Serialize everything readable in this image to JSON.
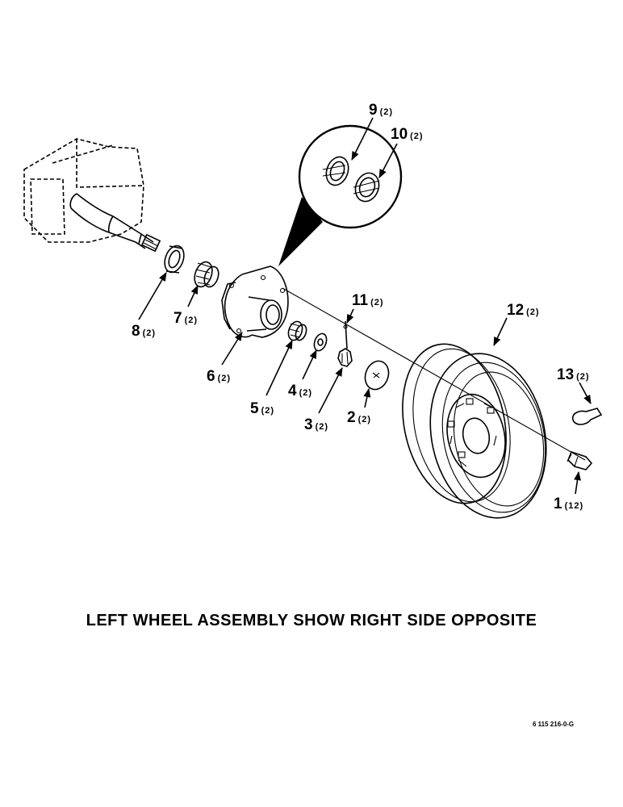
{
  "caption": "LEFT WHEEL ASSEMBLY SHOW RIGHT SIDE OPPOSITE",
  "reference_code": "6 115 216-0-G",
  "callouts": [
    {
      "id": "1",
      "num": "1",
      "qty": "(12)"
    },
    {
      "id": "2",
      "num": "2",
      "qty": "(2)"
    },
    {
      "id": "3",
      "num": "3",
      "qty": "(2)"
    },
    {
      "id": "4",
      "num": "4",
      "qty": "(2)"
    },
    {
      "id": "5",
      "num": "5",
      "qty": "(2)"
    },
    {
      "id": "6",
      "num": "6",
      "qty": "(2)"
    },
    {
      "id": "7",
      "num": "7",
      "qty": "(2)"
    },
    {
      "id": "8",
      "num": "8",
      "qty": "(2)"
    },
    {
      "id": "9",
      "num": "9",
      "qty": "(2)"
    },
    {
      "id": "10",
      "num": "10",
      "qty": "(2)"
    },
    {
      "id": "11",
      "num": "11",
      "qty": "(2)"
    },
    {
      "id": "12",
      "num": "12",
      "qty": "(2)"
    },
    {
      "id": "13",
      "num": "13",
      "qty": "(2)"
    }
  ]
}
